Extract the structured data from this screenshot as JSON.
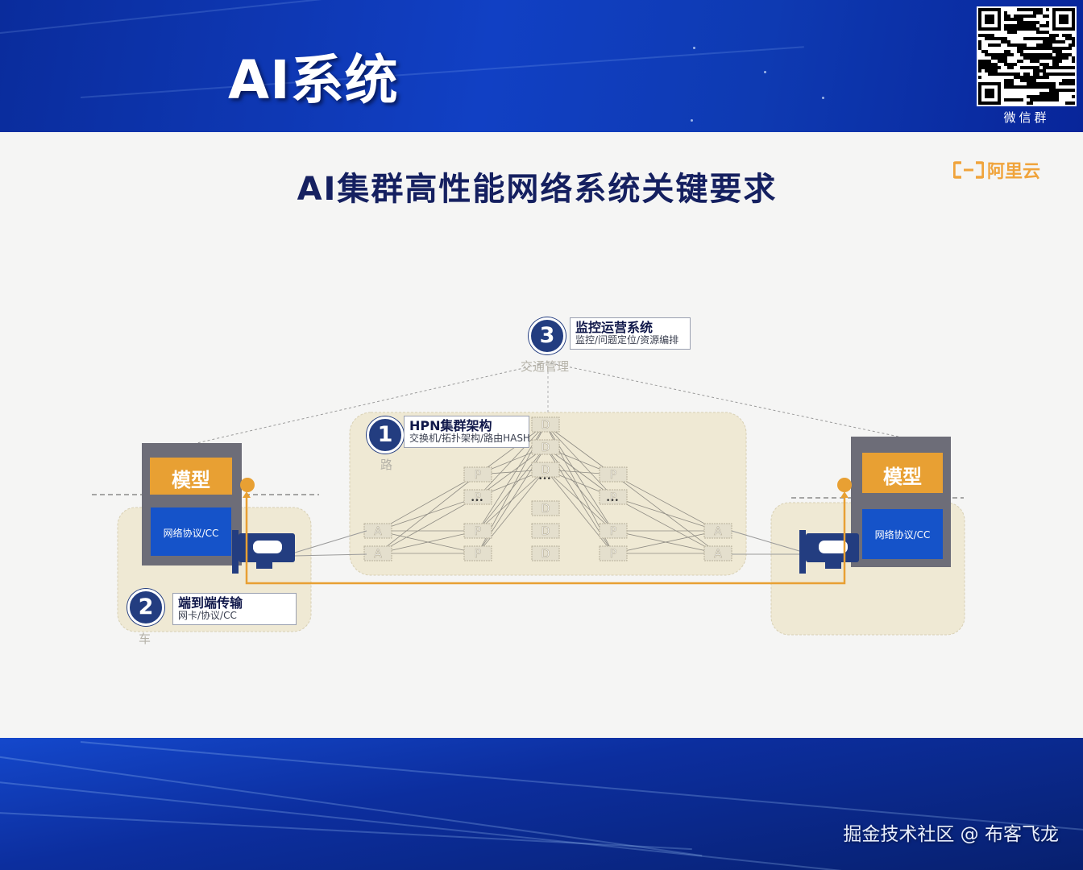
{
  "header": {
    "title": "AI系统",
    "qr_caption": "微信群"
  },
  "slide": {
    "title": "AI集群高性能网络系统关键要求",
    "brand": "阿里云"
  },
  "diagram": {
    "monitoring": {
      "number": "3",
      "title": "监控运营系统",
      "subtitle": "监控/问题定位/资源编排",
      "faint": "交通管理"
    },
    "hpn": {
      "number": "1",
      "title": "HPN集群架构",
      "subtitle": "交换机/拓扑架构/路由HASH",
      "faint": "路"
    },
    "e2e": {
      "number": "2",
      "title": "端到端传输",
      "subtitle": "网卡/协议/CC",
      "faint": "车"
    },
    "left_host": {
      "model": "模型",
      "protocol": "网络协议/CC"
    },
    "right_host": {
      "model": "模型",
      "protocol": "网络协议/CC"
    },
    "switch_labels": {
      "access": "A",
      "pod": "P",
      "dc": "D"
    },
    "ellipsis": "•••",
    "colors": {
      "navy": "#233d80",
      "orange": "#e8a033",
      "panel": "#efe9d4",
      "gray": "#6a6a72",
      "blue": "#1553c9"
    }
  },
  "footer": {
    "watermark": "掘金技术社区 @ 布客飞龙"
  }
}
